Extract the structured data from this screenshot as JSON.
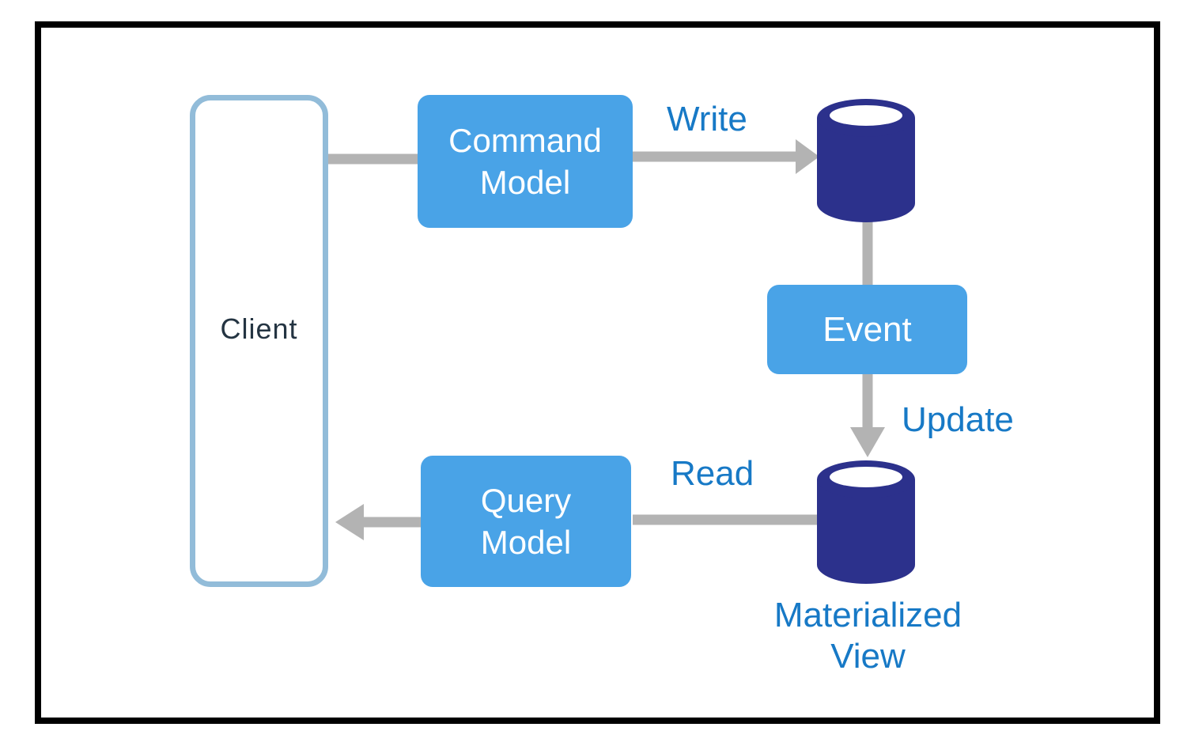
{
  "nodes": {
    "client": {
      "label": "Client"
    },
    "command_model": {
      "lines": [
        "Command",
        "Model"
      ]
    },
    "event": {
      "label": "Event"
    },
    "query_model": {
      "lines": [
        "Query",
        "Model"
      ]
    },
    "event_store_db": {
      "icon": "database-cylinder-icon"
    },
    "materialized_view_db": {
      "icon": "database-cylinder-icon",
      "lines": [
        "Materialized",
        "View"
      ]
    }
  },
  "edges": {
    "write_label": "Write",
    "update_label": "Update",
    "read_label": "Read"
  },
  "colors": {
    "box_blue": "#49a3e7",
    "db_navy": "#2c318c",
    "arrow_gray": "#b3b3b3",
    "label_blue": "#1779c6",
    "client_border": "#92bcd9",
    "client_text": "#243442",
    "frame_black": "#000000"
  }
}
